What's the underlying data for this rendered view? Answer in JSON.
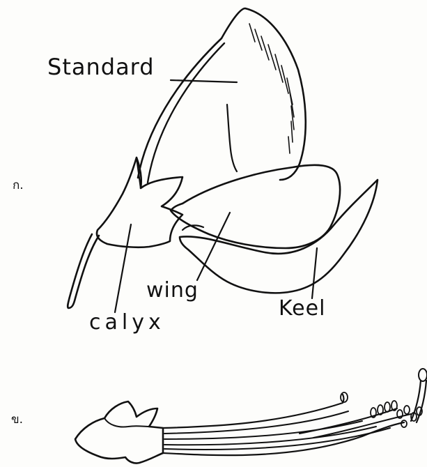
{
  "figure_a": {
    "marker": "ก.",
    "labels": {
      "standard": "Standard",
      "wing": "wing",
      "keel": "Keel",
      "calyx": "calyx"
    }
  },
  "figure_b": {
    "marker": "ข."
  }
}
